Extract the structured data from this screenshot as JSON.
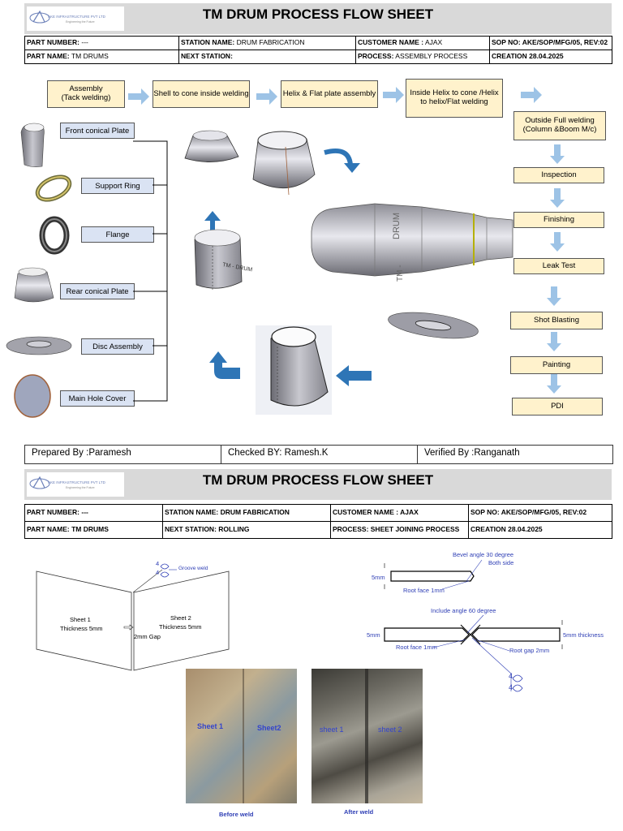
{
  "sheet1": {
    "title": "TM DRUM PROCESS FLOW SHEET",
    "logo_text": "AKE INFRASTRUCTURE PVT LTD",
    "logo_tagline": "Engineering the Future",
    "row1": {
      "part_number_label": "PART NUMBER:",
      "part_number_value": " ---",
      "station_label": "STATION NAME:",
      "station_value": " DRUM FABRICATION",
      "customer_label": "CUSTOMER NAME :",
      "customer_value": " AJAX",
      "sop": "SOP NO: AKE/SOP/MFG/05, REV:02"
    },
    "row2": {
      "part_name_label": "PART NAME:",
      "part_name_value": " TM DRUMS",
      "next_station_label": "NEXT STATION:",
      "next_station_value": "",
      "process_label": "PROCESS:",
      "process_value": " ASSEMBLY PROCESS",
      "creation": "CREATION 28.04.2025"
    },
    "flow_top": [
      "Assembly\n(Tack welding)",
      "Shell to cone inside welding",
      "Helix & Flat plate assembly",
      "Inside Helix to cone /Helix to helix/Flat welding"
    ],
    "flow_right": [
      "Outside Full welding (Column &Boom M/c)",
      "Inspection",
      "Finishing",
      "Leak Test",
      "Shot Blasting",
      "Painting",
      "PDI"
    ],
    "parts": [
      "Front conical Plate",
      "Support Ring",
      "Flange",
      "Rear conical Plate",
      "Disc Assembly",
      "Main Hole Cover"
    ],
    "drum_text_1": "DRUM",
    "drum_text_2": "TM -",
    "shell_text": "TM - DRUM",
    "prepared": "Prepared By :Paramesh",
    "checked": "Checked BY: Ramesh.K",
    "verified": "Verified By :Ranganath"
  },
  "sheet2": {
    "title": "TM DRUM PROCESS FLOW SHEET",
    "logo_text": "AKE INFRASTRUCTURE PVT LTD",
    "logo_tagline": "Engineering the Future",
    "row1": {
      "part_number": "PART NUMBER: ---",
      "station": "STATION NAME:  DRUM FABRICATION",
      "customer": "CUSTOMER NAME : AJAX",
      "sop": "SOP NO: AKE/SOP/MFG/05, REV:02"
    },
    "row2": {
      "part_name": "PART NAME:  TM DRUMS",
      "next_station": "NEXT STATION: ROLLING",
      "process": "PROCESS: SHEET JOINING PROCESS",
      "creation": "CREATION 28.04.2025"
    },
    "weld_symbol_num": "4",
    "groove_weld": "Groove weld",
    "sheet1_label": "Sheet 1",
    "sheet1_thickness": "Thickness 5mm",
    "sheet2_label": "Sheet 2",
    "sheet2_thickness": "Thickness 5mm",
    "gap": "2mm Gap",
    "bevel_angle": "Bevel angle 30 degree",
    "both_side": "Both side",
    "dim_5mm": "5mm",
    "root_face": "Root face 1mm",
    "include_angle": "Include angle 60 degree",
    "thickness_5mm": "5mm thickness",
    "root_gap": "Root gap 2mm",
    "photo_before_s1": "Sheet 1",
    "photo_before_s2": "Sheet2",
    "photo_after_s1": "sheet 1",
    "photo_after_s2": "sheet 2",
    "before_weld": "Before weld",
    "after_weld": "After weld"
  }
}
